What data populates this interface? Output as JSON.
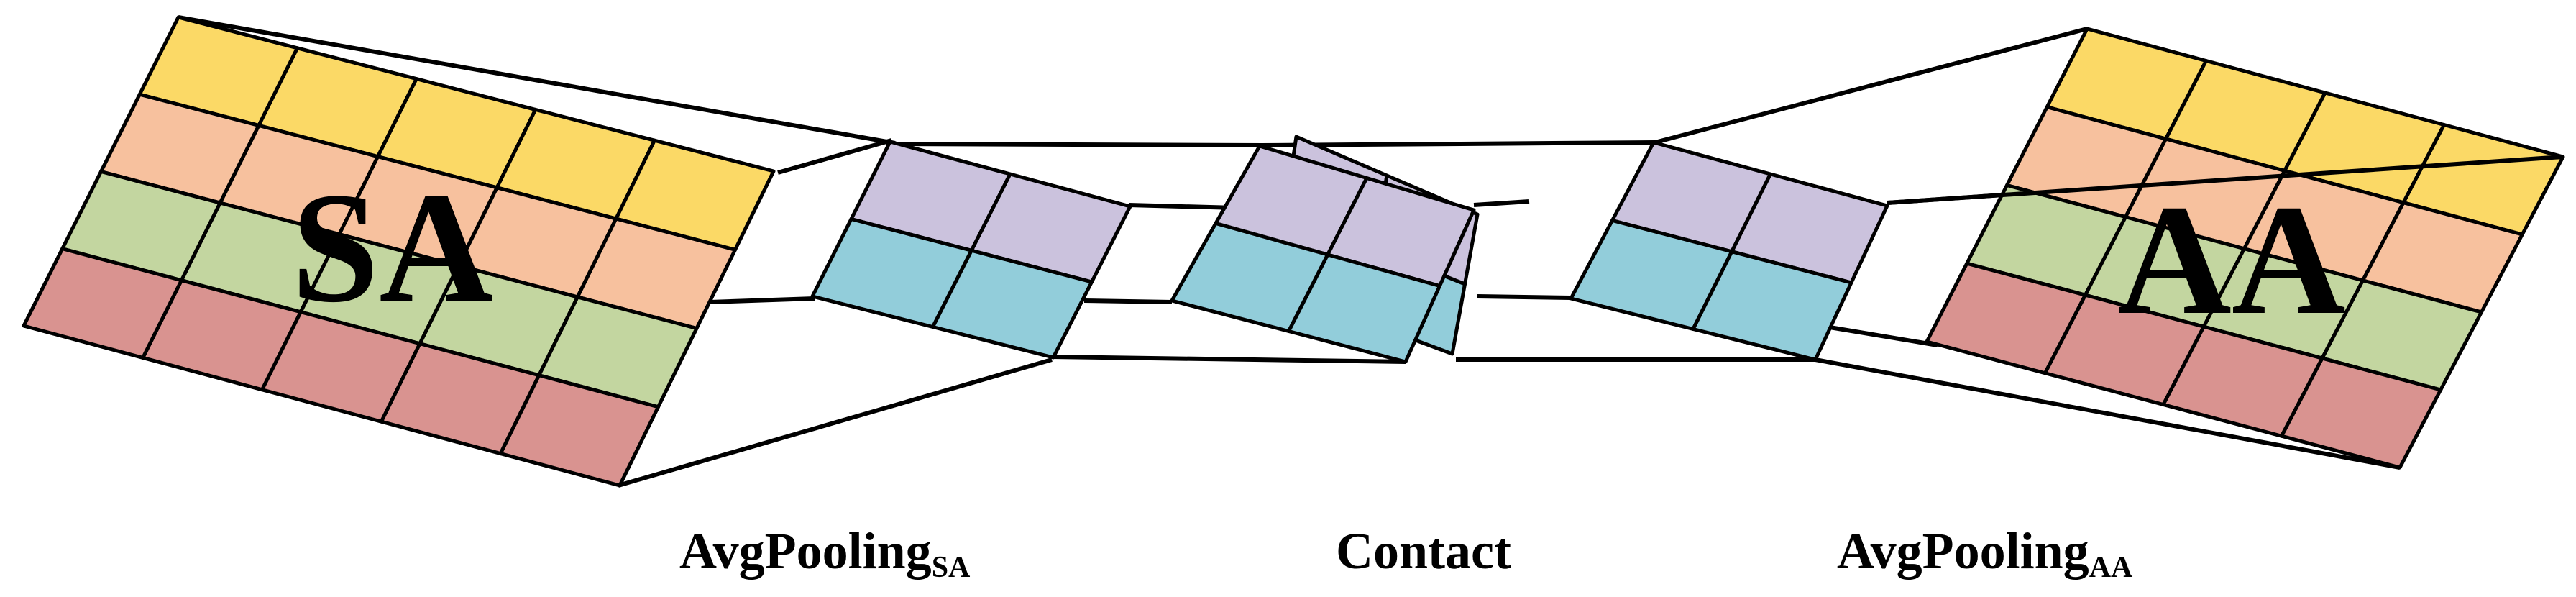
{
  "diagram": {
    "colors": {
      "yellow": "#fbd966",
      "peach": "#f7c19e",
      "green": "#c3d6a0",
      "red": "#d99390",
      "purple": "#cbc2dd",
      "cyan": "#92cdda"
    },
    "left_map": {
      "label": "SA"
    },
    "right_map": {
      "label": "AA"
    },
    "captions": {
      "pool_sa": {
        "main": "AvgPooling",
        "sub": "SA"
      },
      "contact": {
        "main": "Contact"
      },
      "pool_aa": {
        "main": "AvgPooling",
        "sub": "AA"
      }
    }
  }
}
